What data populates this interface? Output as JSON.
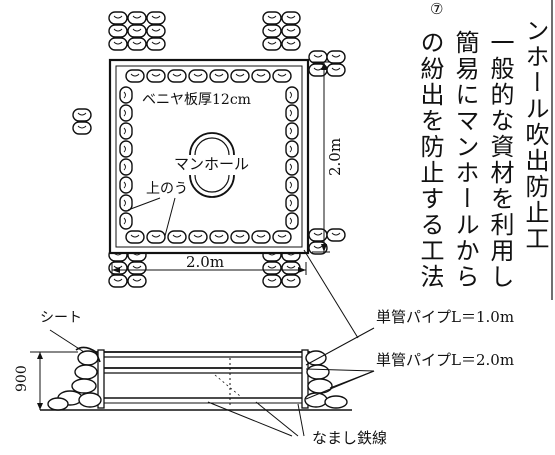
{
  "circle_mark": "⑦",
  "vertical_text": {
    "line1": "ンホール吹出防止工",
    "line2": "一般的な資材を利用し",
    "line3": "簡易にマンホールから",
    "line4": "の紛出を防止する工法"
  },
  "plan": {
    "plywood_label": "ベニヤ板厚12cm",
    "manhole_label": "マンホール",
    "sandbag_label": "上のう",
    "width_label": "2.0m",
    "height_label": "2.0m"
  },
  "section": {
    "sheet_label": "シート",
    "pipe_short_label": "単管パイプL＝1.0m",
    "pipe_long_label": "単管パイプL＝2.0m",
    "height_label": "900",
    "wire_label": "なまし鉄線"
  }
}
